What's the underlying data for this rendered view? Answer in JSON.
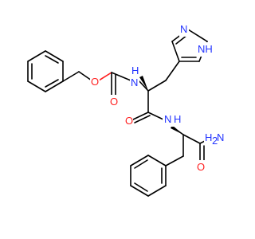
{
  "structure": {
    "atom_labels": {
      "ring_nh": "NH",
      "ring_n": "N",
      "carbamate_nh": "H",
      "carbamate_n": "N",
      "carbamate_o1": "O",
      "carbamate_o2": "O",
      "amide_o": "O",
      "amide_n": "N",
      "amide_h": "H",
      "terminal_amide_h2": "H",
      "terminal_amide_sub": "2",
      "terminal_amide_n": "N",
      "terminal_amide_o": "O"
    },
    "colors": {
      "carbon": "#000000",
      "nitrogen": "#1f33ff",
      "oxygen": "#ff2020",
      "background": "#ffffff"
    }
  }
}
